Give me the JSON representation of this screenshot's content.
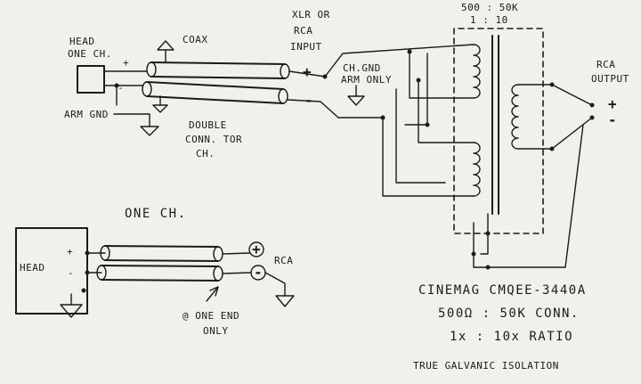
{
  "labels": {
    "head_top_1": "HEAD",
    "head_top_2": "ONE CH.",
    "plus_head": "+",
    "minus_head": "-",
    "arm_gnd": "ARM GND",
    "coax": "COAX",
    "double_conn_1": "DOUBLE",
    "double_conn_2": "CONN. TOR",
    "double_conn_3": "CH.",
    "xlr_1": "XLR OR",
    "xlr_2": "RCA",
    "xlr_3": "INPUT",
    "plus_in": "+",
    "minus_in": "-",
    "ch_gnd_1": "CH.GND",
    "ch_gnd_2": "ARM ONLY",
    "ratio_top_1": "500 : 50K",
    "ratio_top_2": "1 : 10",
    "rca_out_1": "RCA",
    "rca_out_2": "OUTPUT",
    "plus_out": "+",
    "minus_out": "-",
    "one_ch": "ONE CH.",
    "head_bottom": "HEAD",
    "plus_bottom": "+",
    "minus_bottom": "-",
    "rca_bottom": "RCA",
    "one_end_1": "@ ONE END",
    "one_end_2": "ONLY",
    "rca_plus_sym": "+",
    "rca_minus_sym": "-",
    "cinemag": "CINEMAG CMQEE-3440A",
    "conn_spec": "500Ω : 50K CONN.",
    "ratio_spec": "1x : 10x RATIO",
    "galvanic": "TRUE GALVANIC ISOLATION"
  }
}
